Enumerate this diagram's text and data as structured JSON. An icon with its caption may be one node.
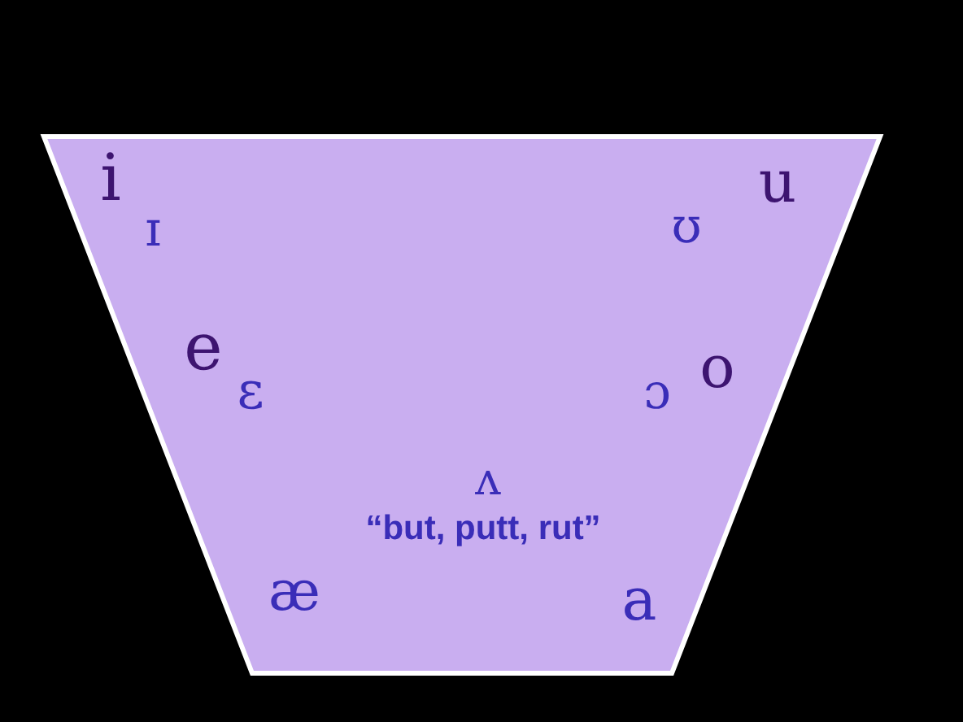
{
  "diagram": {
    "nodes": [
      {
        "text": [
          "i",
          "u",
          "ɪ",
          "ʊ",
          "e",
          "o",
          "ɛ",
          "ɔ",
          "ʌ",
          "“but, putt, rut”",
          "æ",
          "a"
        ]
      }
    ]
  }
}
